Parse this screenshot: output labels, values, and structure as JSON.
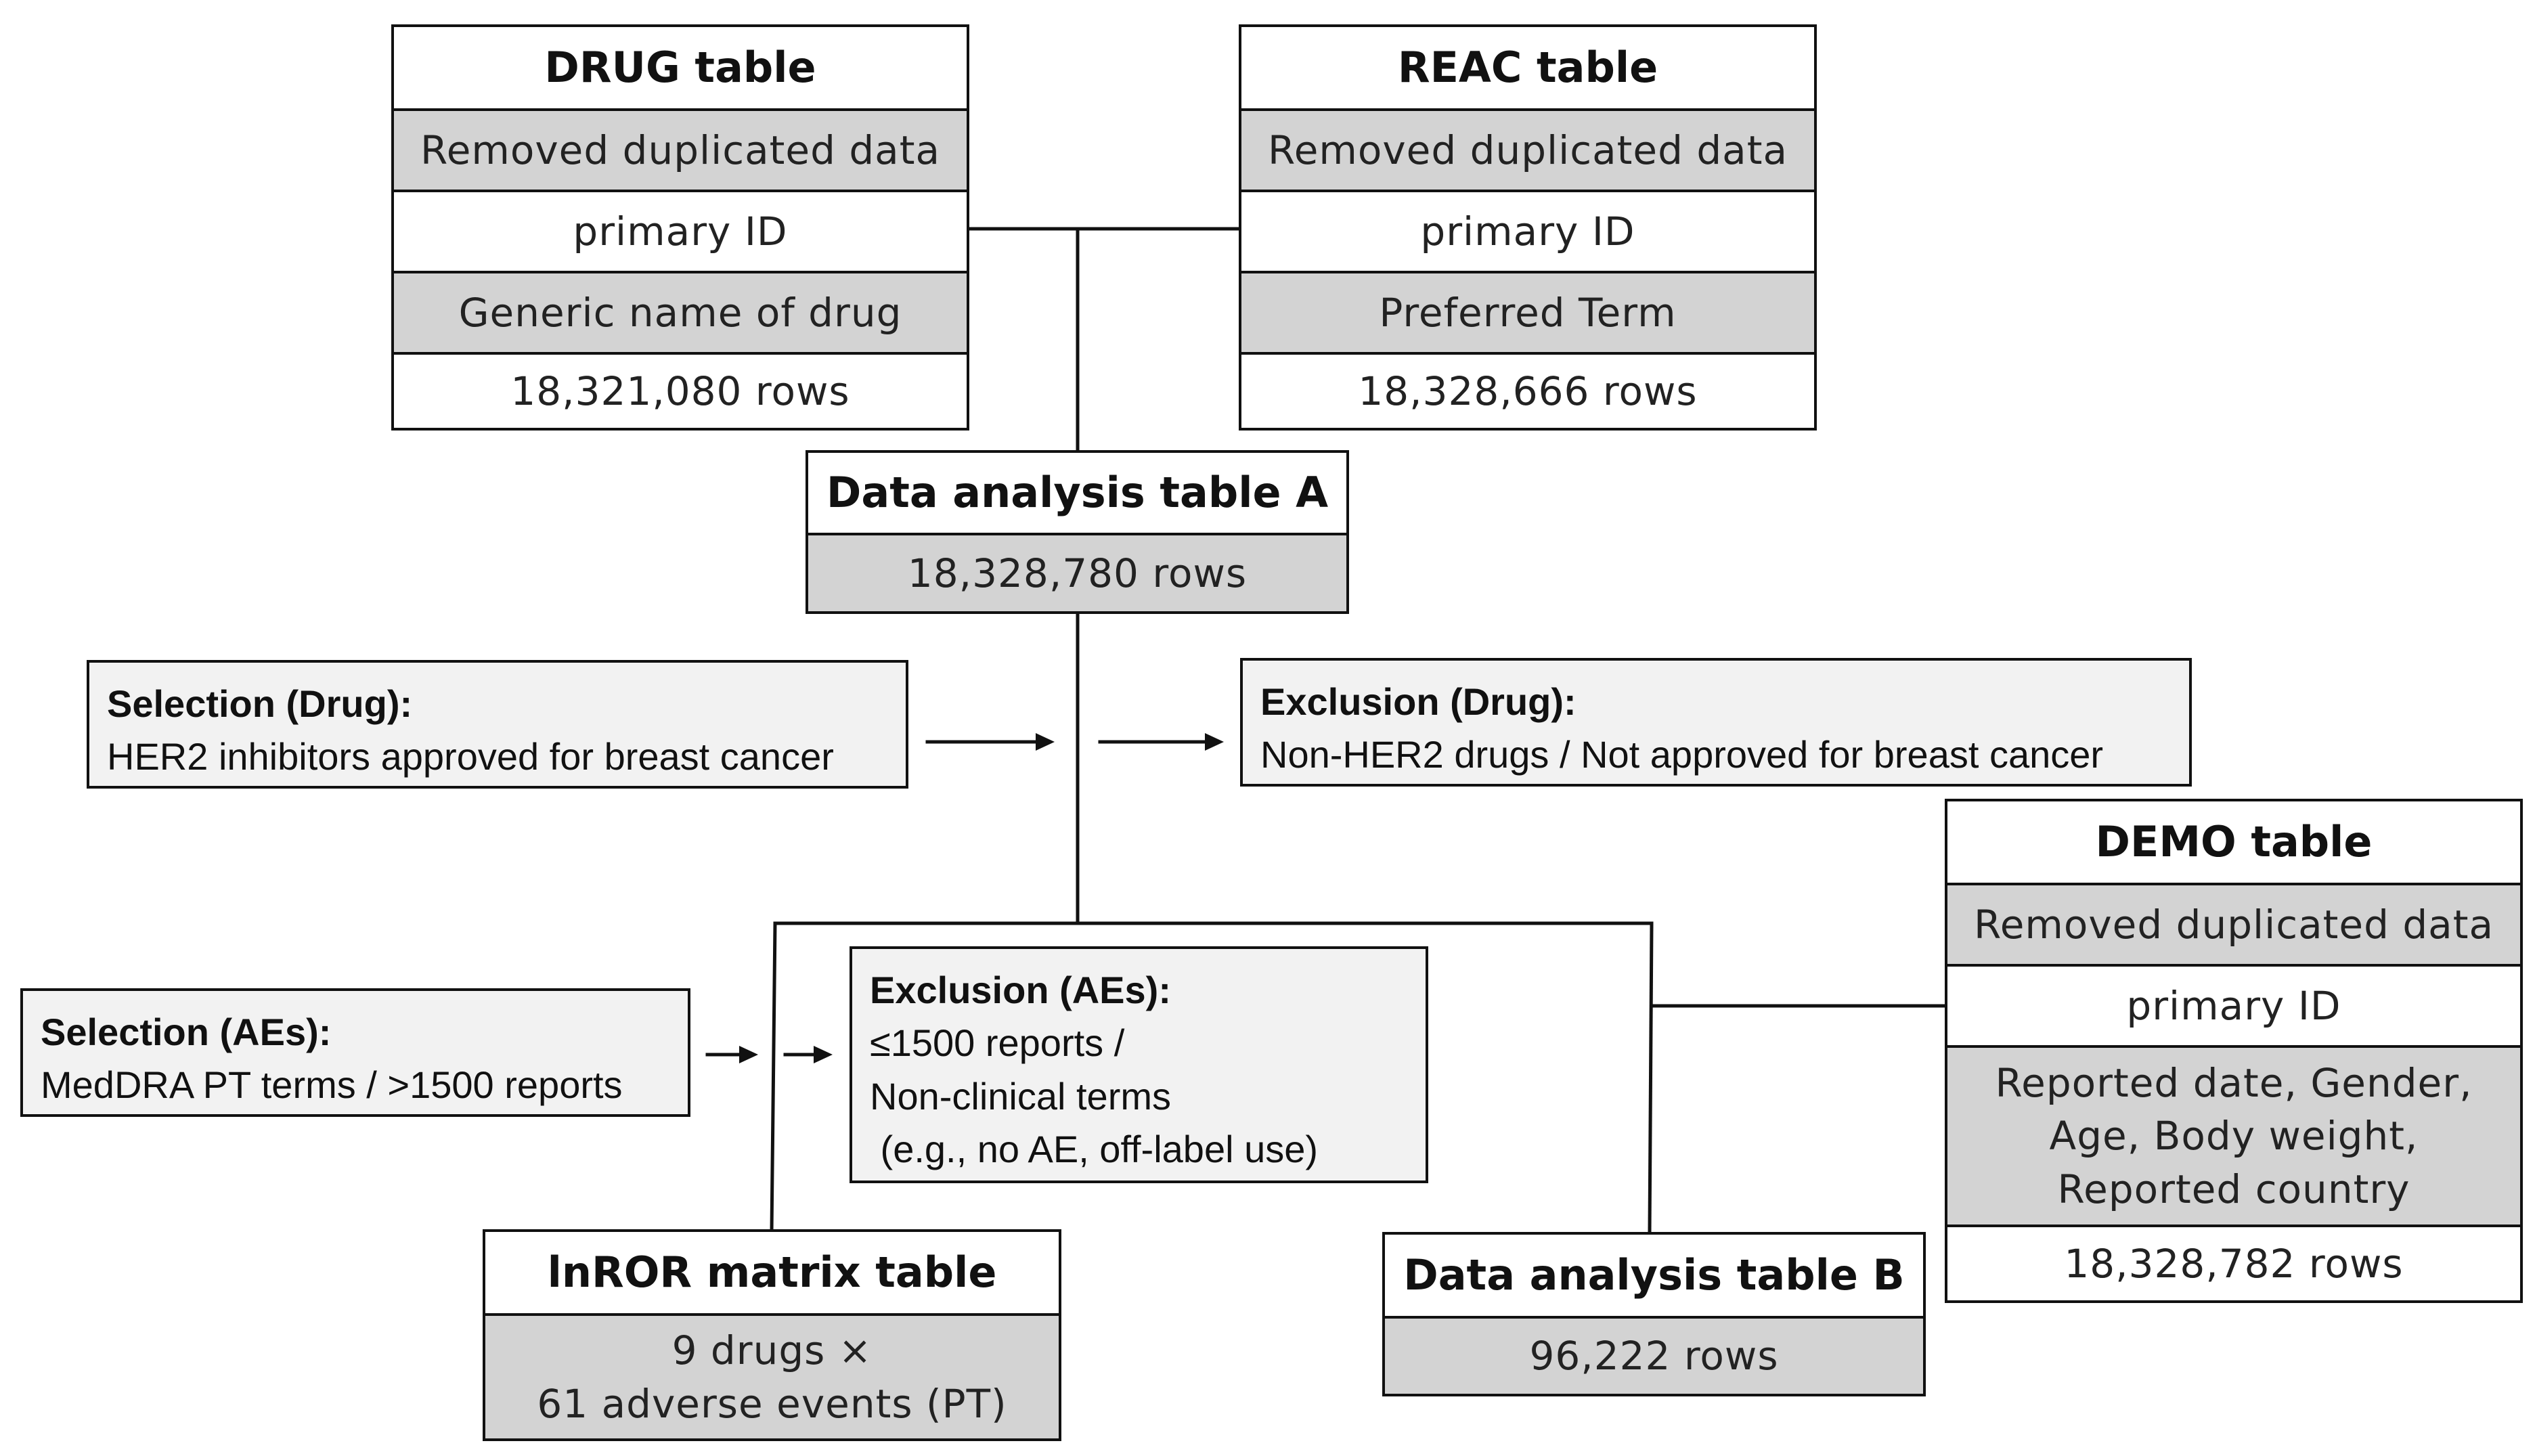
{
  "drug_table": {
    "title": "DRUG table",
    "rows": [
      "Removed duplicated data",
      "primary ID",
      "Generic name of drug",
      "18,321,080 rows"
    ]
  },
  "reac_table": {
    "title": "REAC table",
    "rows": [
      "Removed duplicated data",
      "primary ID",
      "Preferred Term",
      "18,328,666 rows"
    ]
  },
  "analysis_a": {
    "title": "Data analysis table A",
    "rows": [
      "18,328,780 rows"
    ]
  },
  "selection_drug": {
    "title": "Selection (Drug):",
    "lines": [
      "HER2 inhibitors approved for breast cancer"
    ]
  },
  "exclusion_drug": {
    "title": "Exclusion (Drug):",
    "lines": [
      "Non-HER2 drugs / Not approved for breast cancer"
    ]
  },
  "demo_table": {
    "title": "DEMO table",
    "rows": [
      "Removed duplicated data",
      "primary ID",
      "Reported date, Gender,",
      "Age, Body weight,",
      "Reported country",
      "18,328,782 rows"
    ]
  },
  "selection_aes": {
    "title": "Selection (AEs):",
    "lines": [
      "MedDRA PT terms / >1500 reports"
    ]
  },
  "exclusion_aes": {
    "title": "Exclusion (AEs):",
    "lines": [
      "≤1500 reports /",
      "Non-clinical terms",
      " (e.g., no AE, off-label use)"
    ]
  },
  "inror_table": {
    "title": "lnROR matrix table",
    "rows": [
      "9 drugs ×",
      "61 adverse events (PT)"
    ]
  },
  "analysis_b": {
    "title": "Data analysis table B",
    "rows": [
      "96,222 rows"
    ]
  },
  "colors": {
    "gray_cell": "#d3d3d3",
    "note_fill": "#f2f2f2",
    "line": "#111111"
  }
}
